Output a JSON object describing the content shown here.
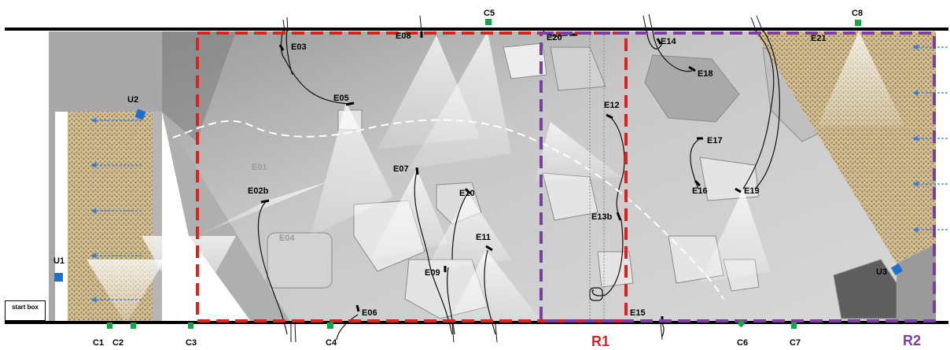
{
  "colors": {
    "r1": "#e02020",
    "r2": "#7a3fa0",
    "camera": "#19a34a",
    "ultrasonic": "#1f6fd1"
  },
  "labels": {
    "start_box": "start box",
    "regions": {
      "r1": "R1",
      "r2": "R2"
    },
    "cameras": {
      "c1": "C1",
      "c2": "C2",
      "c3": "C3",
      "c4": "C4",
      "c5": "C5",
      "c6": "C6",
      "c7": "C7",
      "c8": "C8"
    },
    "ultrasonics": {
      "u1": "U1",
      "u2": "U2",
      "u3": "U3"
    },
    "electrodes": {
      "e01": "E01",
      "e02b": "E02b",
      "e03": "E03",
      "e04": "E04",
      "e05": "E05",
      "e06": "E06",
      "e07": "E07",
      "e08": "E08",
      "e09": "E09",
      "e10": "E10",
      "e11": "E11",
      "e12": "E12",
      "e13b": "E13b",
      "e14": "E14",
      "e15": "E15",
      "e16": "E16",
      "e17": "E17",
      "e18": "E18",
      "e19": "E19",
      "e20": "E20",
      "e21": "E21"
    }
  }
}
